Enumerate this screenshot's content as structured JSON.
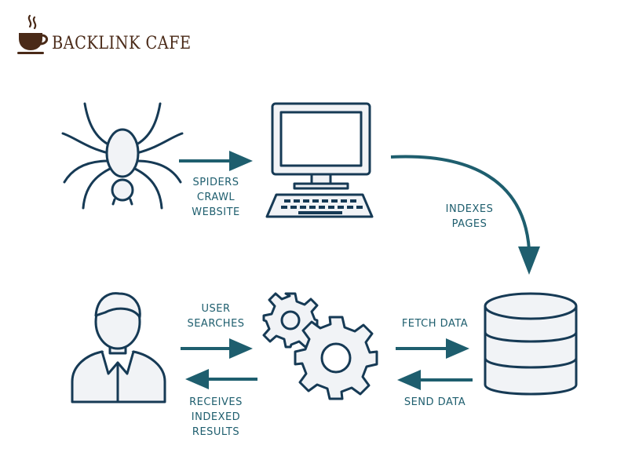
{
  "brand": {
    "name": "BACKLINK CAFE",
    "icon": "coffee-cup-icon",
    "color": "#4a2a18"
  },
  "colors": {
    "stroke": "#163a55",
    "fill": "#f1f3f6",
    "arrow": "#1e5e6e",
    "label": "#1e5e6e"
  },
  "icons": [
    "spider-icon",
    "computer-icon",
    "user-icon",
    "gears-icon",
    "database-icon"
  ],
  "labels": {
    "spiders": [
      "SPIDERS",
      "CRAWL",
      "WEBSITE"
    ],
    "indexes": [
      "INDEXES",
      "PAGES"
    ],
    "user_searches": [
      "USER",
      "SEARCHES"
    ],
    "receives": [
      "RECEIVES",
      "INDEXED",
      "RESULTS"
    ],
    "fetch": "FETCH DATA",
    "send": "SEND DATA"
  }
}
